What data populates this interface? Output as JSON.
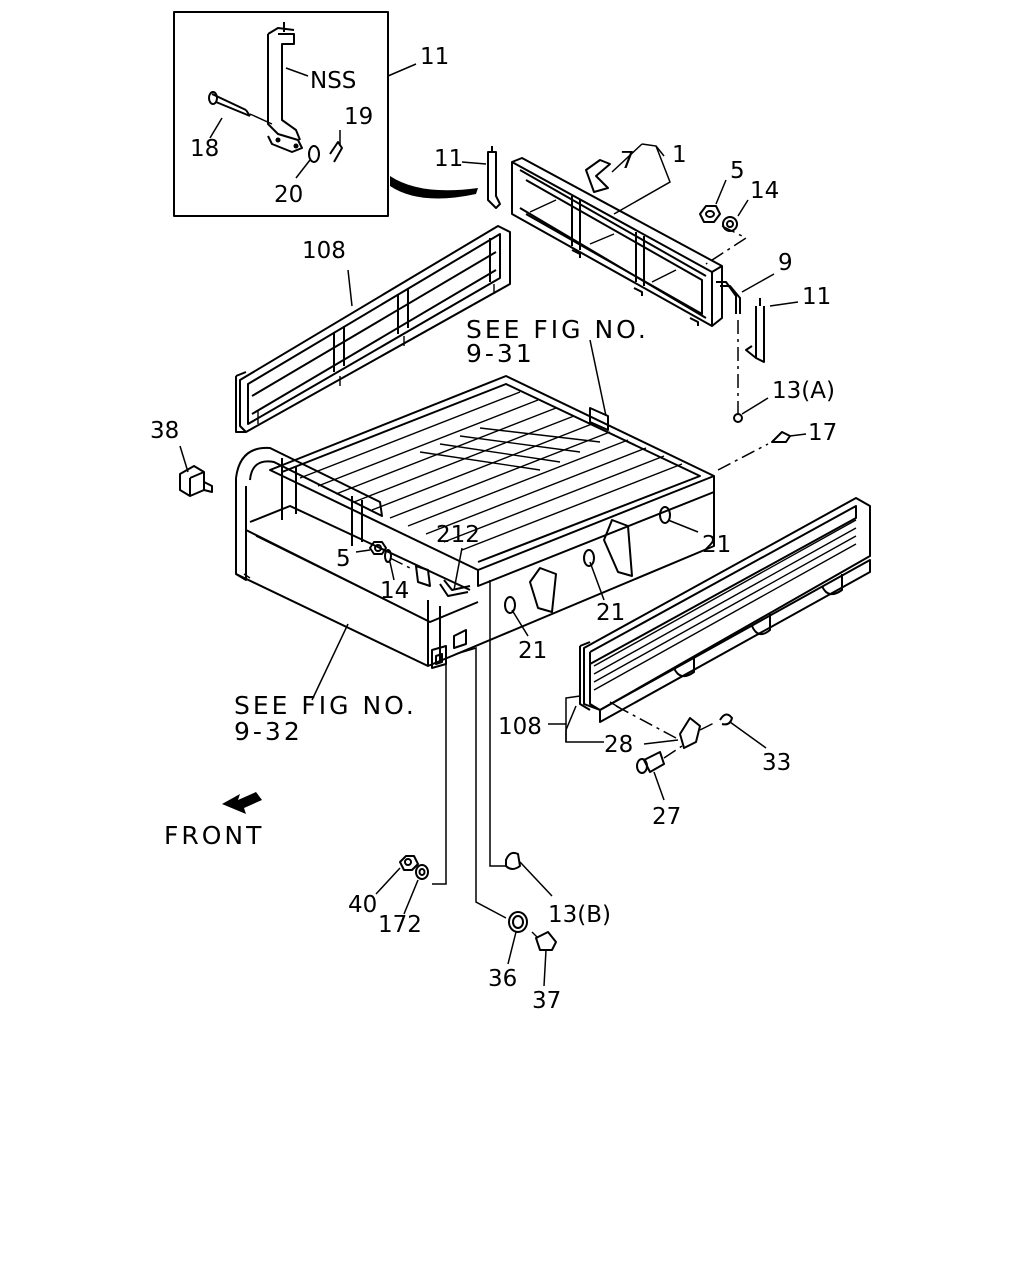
{
  "diagram": {
    "callouts": {
      "c11_inset": "11",
      "c_nss": "NSS",
      "c19": "19",
      "c18": "18",
      "c20": "20",
      "c11_top": "11",
      "c7": "7",
      "c1": "1",
      "c5_top": "5",
      "c14_top": "14",
      "c9": "9",
      "c11_right": "11",
      "c108_top": "108",
      "c13a": "13(A)",
      "c17": "17",
      "c38": "38",
      "c212": "212",
      "c5_mid": "5",
      "c14_mid": "14",
      "c21_a": "21",
      "c21_b": "21",
      "c21_c": "21",
      "c108_side": "108",
      "c28": "28",
      "c33": "33",
      "c27": "27",
      "c40": "40",
      "c172": "172",
      "c13b": "13(B)",
      "c36": "36",
      "c37": "37"
    },
    "references": {
      "fig_931_line1": "SEE FIG NO.",
      "fig_931_line2": "9-31",
      "fig_932_line1": "SEE FIG NO.",
      "fig_932_line2": "9-32"
    },
    "front_label": "FRONT"
  }
}
